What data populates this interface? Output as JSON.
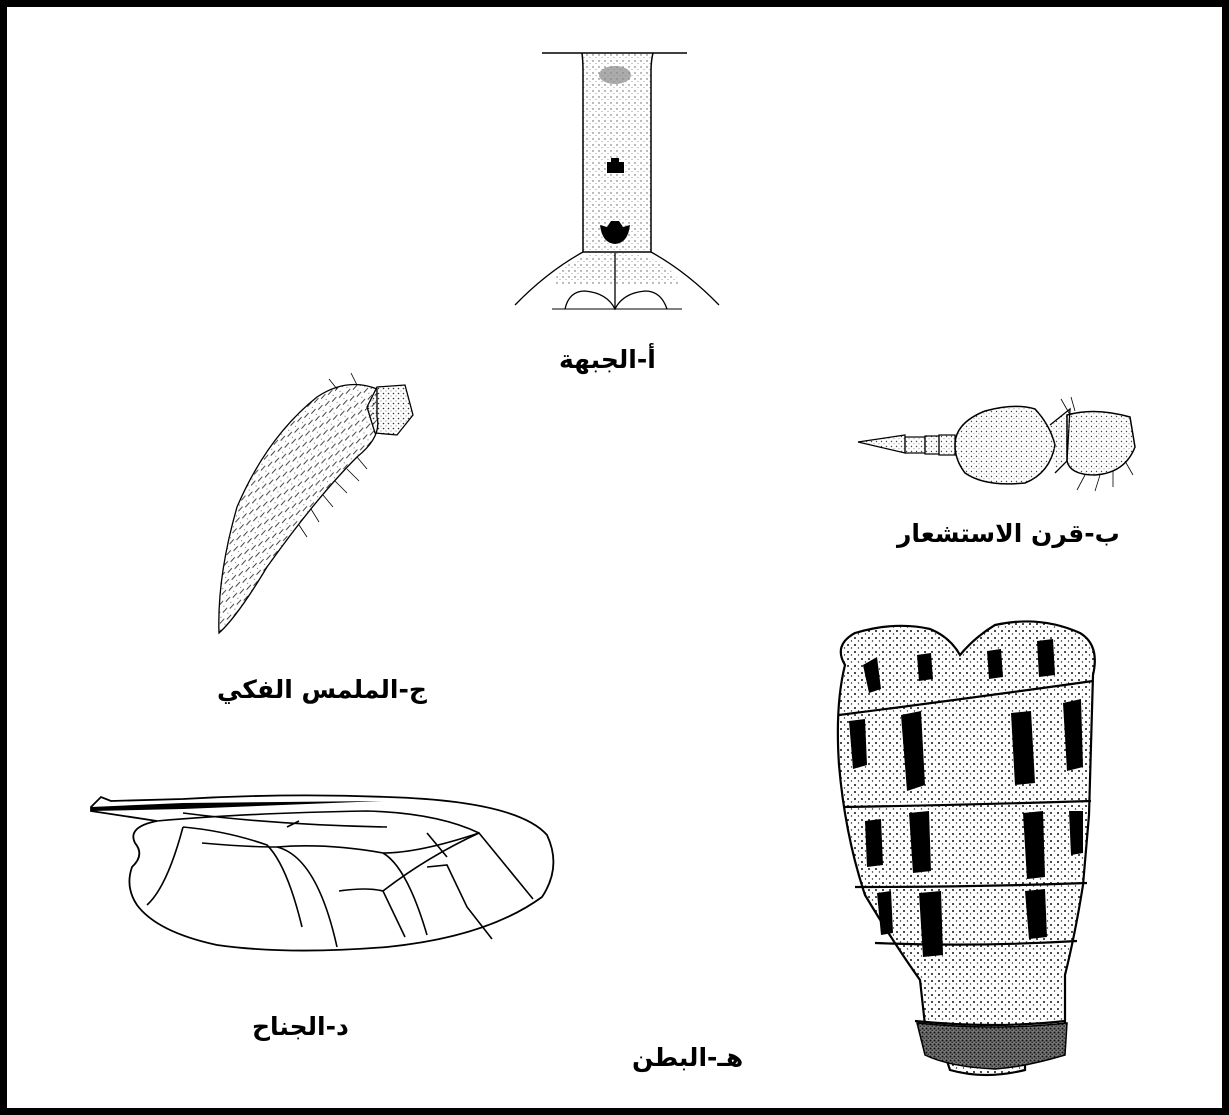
{
  "figure": {
    "labels": {
      "frons": "أ-الجبهة",
      "antenna": "ب-قرن الاستشعار",
      "palp": "ج-الملمس الفكي",
      "wing": "د-الجناح",
      "abdomen": "هـ-البطن"
    }
  }
}
